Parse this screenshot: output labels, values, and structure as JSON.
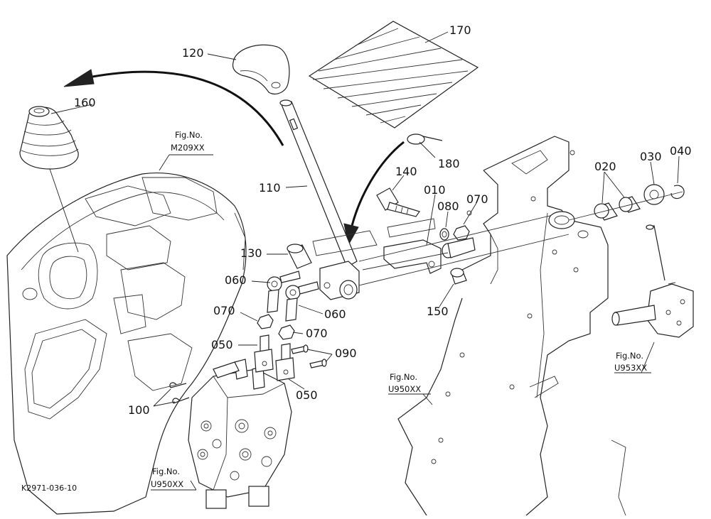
{
  "callouts": {
    "p170": "170",
    "p120": "120",
    "p160": "160",
    "p180": "180",
    "p110": "110",
    "p140": "140",
    "p010": "010",
    "p080": "080",
    "p070a": "070",
    "p020": "020",
    "p030": "030",
    "p040": "040",
    "p130": "130",
    "p060a": "060",
    "p060b": "060",
    "p150": "150",
    "p070b": "070",
    "p070c": "070",
    "p050a": "050",
    "p050b": "050",
    "p090": "090",
    "p100": "100"
  },
  "figure_refs": {
    "m209": {
      "label": "Fig.No.",
      "code": "M209XX"
    },
    "u950_center": {
      "label": "Fig.No.",
      "code": "U950XX"
    },
    "u950_left": {
      "label": "Fig.No.",
      "code": "U950XX"
    },
    "u953": {
      "label": "Fig.No.",
      "code": "U953XX"
    }
  },
  "drawing_code": "K2971-036-10"
}
